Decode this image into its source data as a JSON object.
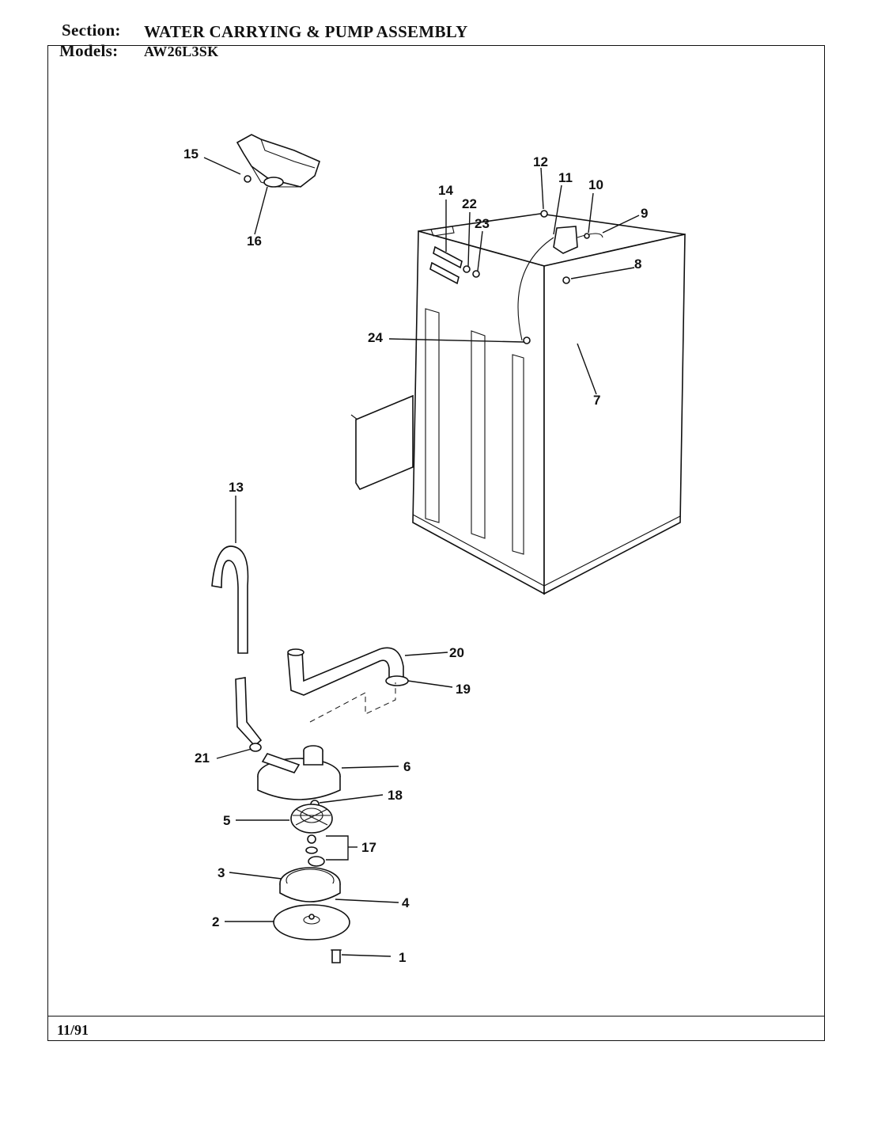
{
  "header": {
    "section_label": "Section:",
    "section_value": "WATER CARRYING & PUMP ASSEMBLY",
    "models_label": "Models:",
    "models_value": "AW26L3SK"
  },
  "footer": {
    "date": "11/91"
  },
  "callouts": [
    "1",
    "2",
    "3",
    "4",
    "5",
    "6",
    "7",
    "8",
    "9",
    "10",
    "11",
    "12",
    "13",
    "14",
    "15",
    "16",
    "17",
    "18",
    "19",
    "20",
    "21",
    "22",
    "23",
    "24"
  ]
}
